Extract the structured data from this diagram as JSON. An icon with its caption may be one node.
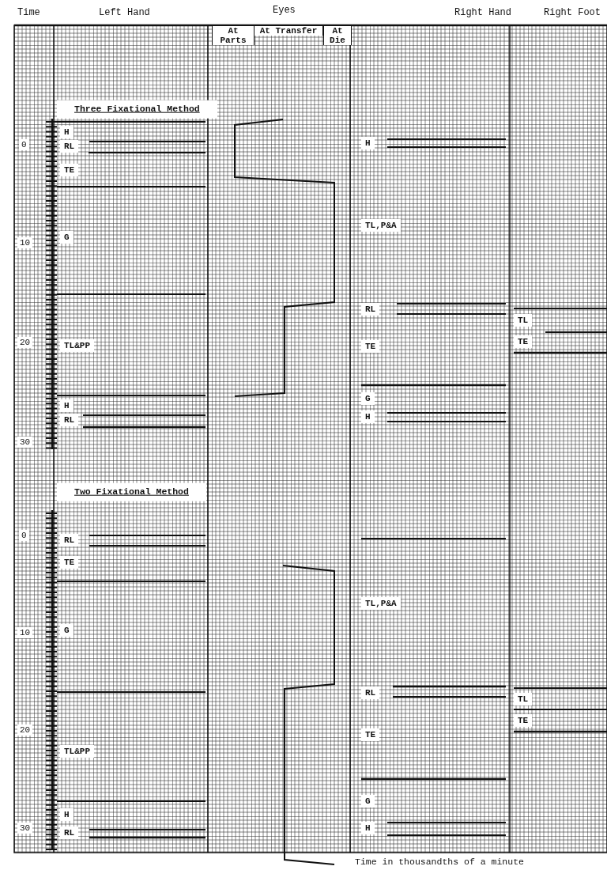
{
  "diagram": {
    "labels": [
      "Time",
      "Left Hand",
      "Eyes",
      "Right Hand",
      "Right Foot",
      "At Parts",
      "At Transfer",
      "At Die",
      "Three Fixational Method",
      "H",
      "0",
      "RL",
      "H",
      "TE",
      "TL,P&A",
      "G",
      "10",
      "RL",
      "TL",
      "TE",
      "20",
      "TL&PP",
      "TE",
      "G",
      "H",
      "H",
      "RL",
      "30",
      "Two Fixational Method",
      "0",
      "RL",
      "TE",
      "TL,P&A",
      "G",
      "10",
      "RL",
      "TL",
      "TE",
      "20",
      "TE",
      "TL&PP",
      "G",
      "H",
      "H",
      "30",
      "RL",
      "Time in thousandths of a minute"
    ]
  }
}
